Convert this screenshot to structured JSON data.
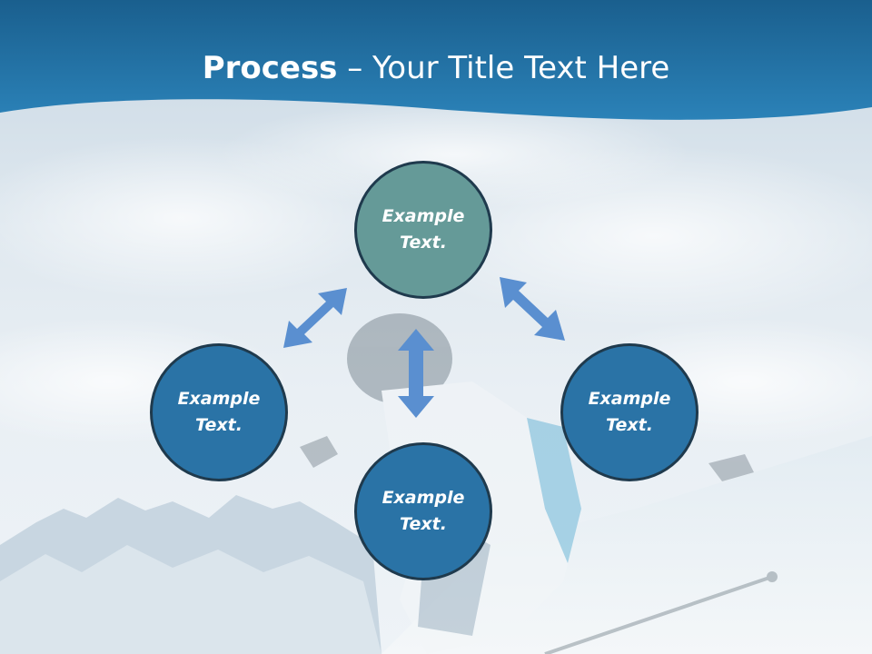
{
  "title": {
    "bold": "Process",
    "rest": " – Your Title Text Here"
  },
  "nodes": {
    "top": "Example Text.",
    "left": "Example Text.",
    "right": "Example Text.",
    "bottom": "Example Text."
  },
  "colors": {
    "header": "#1f6c9f",
    "node_top": "#659a98",
    "node_blue": "#2a73a6",
    "node_border": "#1f3a4d",
    "arrow": "#5a8fd0"
  },
  "icons": {
    "arrow_left": "double-arrow-diagonal-icon",
    "arrow_right": "double-arrow-diagonal-icon",
    "arrow_center": "double-arrow-vertical-icon"
  }
}
